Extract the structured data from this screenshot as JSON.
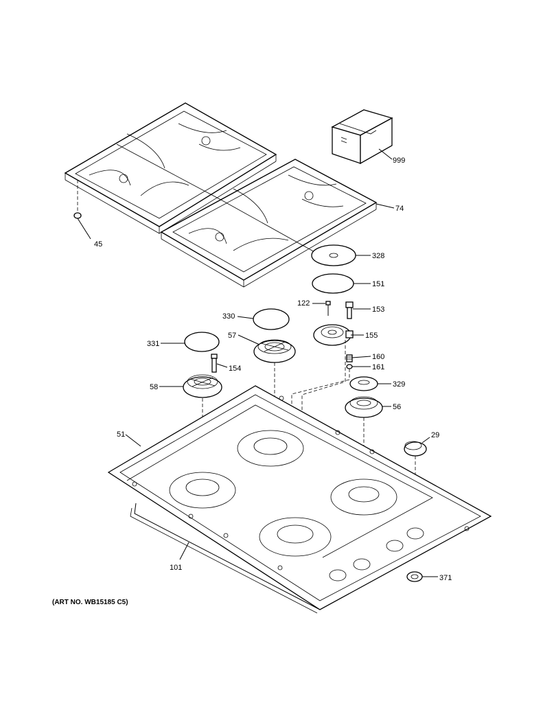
{
  "art_number": "(ART NO. WB15185 C5)",
  "callouts": {
    "p999": "999",
    "p74": "74",
    "p45": "45",
    "p328": "328",
    "p151": "151",
    "p122": "122",
    "p153": "153",
    "p330": "330",
    "p331": "331",
    "p57": "57",
    "p155": "155",
    "p154": "154",
    "p160": "160",
    "p161": "161",
    "p58": "58",
    "p329": "329",
    "p56": "56",
    "p51": "51",
    "p29": "29",
    "p101": "101",
    "p371": "371"
  }
}
